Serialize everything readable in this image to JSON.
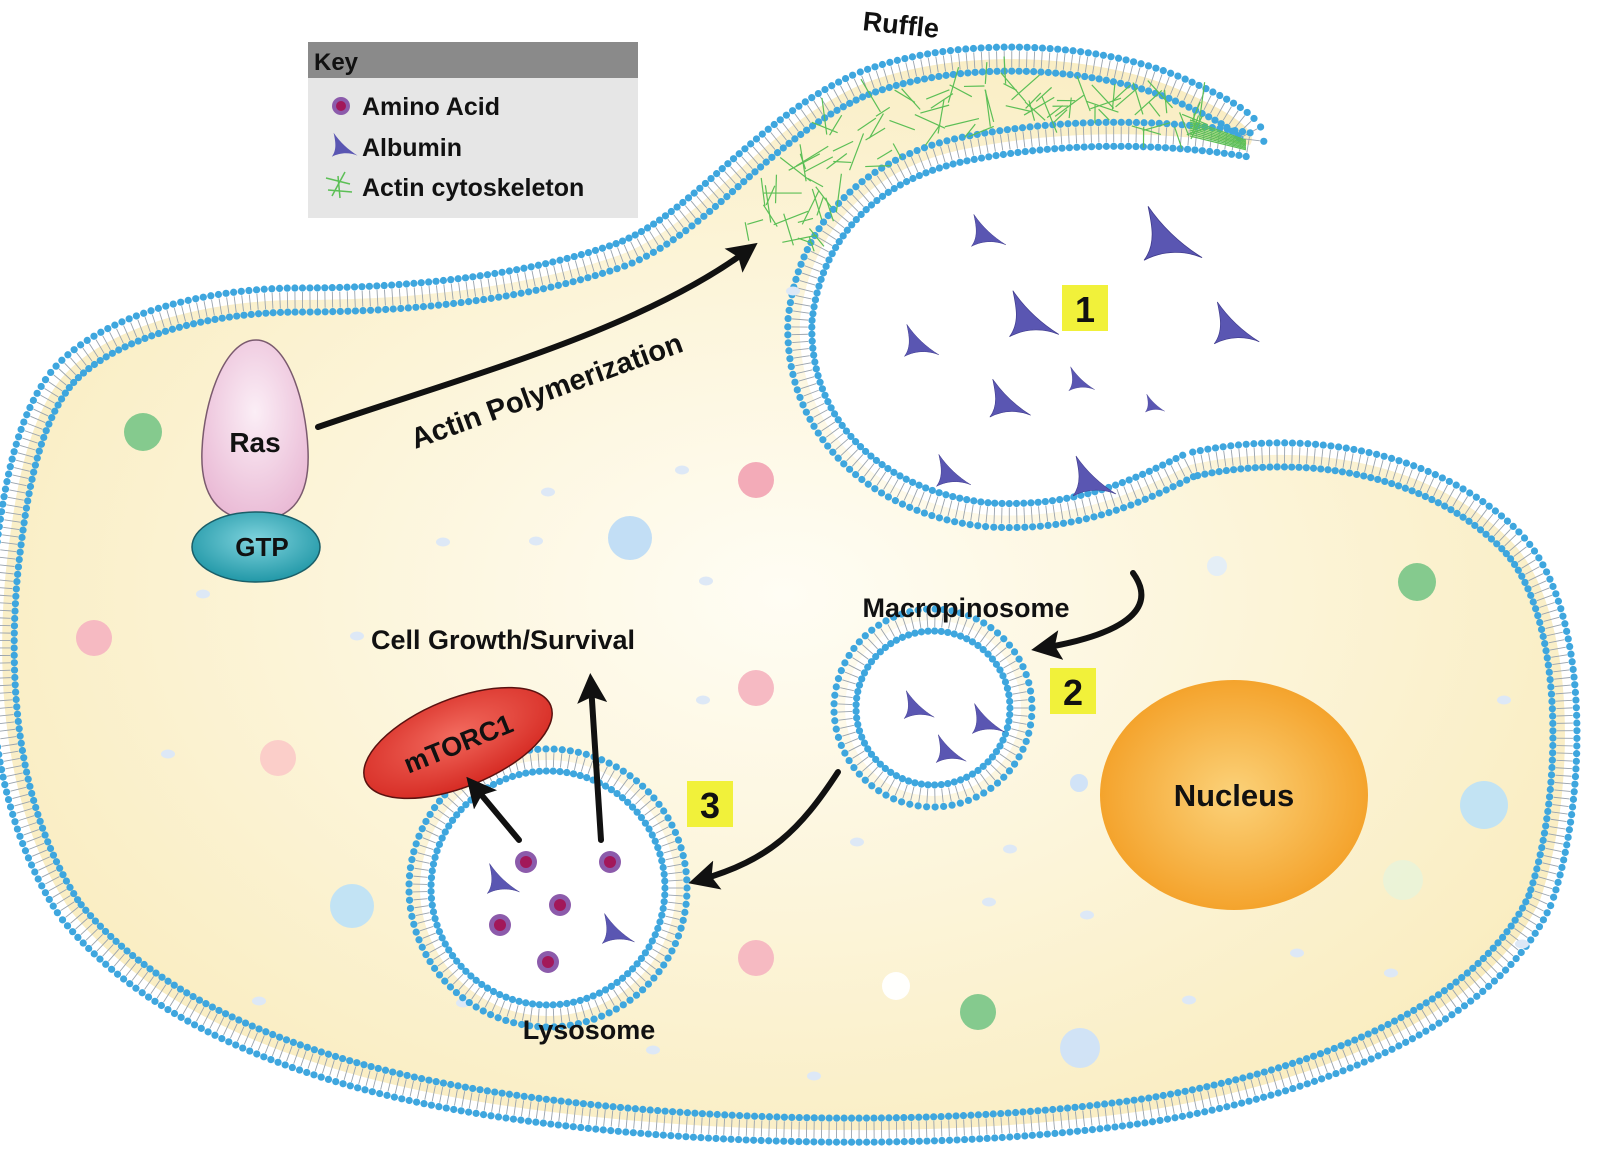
{
  "key": {
    "title": "Key",
    "items": [
      {
        "label": "Amino Acid",
        "icon": "amino-acid-icon"
      },
      {
        "label": "Albumin",
        "icon": "albumin-icon"
      },
      {
        "label": "Actin cytoskeleton",
        "icon": "actin-icon"
      }
    ]
  },
  "labels": {
    "ruffle": "Ruffle",
    "actin_polymerization": "Actin Polymerization",
    "ras": "Ras",
    "gtp": "GTP",
    "macropinosome": "Macropinosome",
    "cell_growth": "Cell Growth/Survival",
    "mtorc1": "mTORC1",
    "lysosome": "Lysosome",
    "nucleus": "Nucleus"
  },
  "steps": [
    "1",
    "2",
    "3"
  ],
  "colors": {
    "membrane_head": "#3ea6de",
    "cytoplasm": "#fbefc6",
    "actin": "#5cbf56",
    "albumin": "#5a56b2",
    "amino_acid_outer": "#8c5bab",
    "amino_acid_inner": "#a2185a",
    "mtorc1": "#e0342e",
    "ras": "#f2cfe3",
    "gtp": "#2aa3b2",
    "nucleus": "#f6a12a",
    "step_badge": "#f1f13a"
  }
}
